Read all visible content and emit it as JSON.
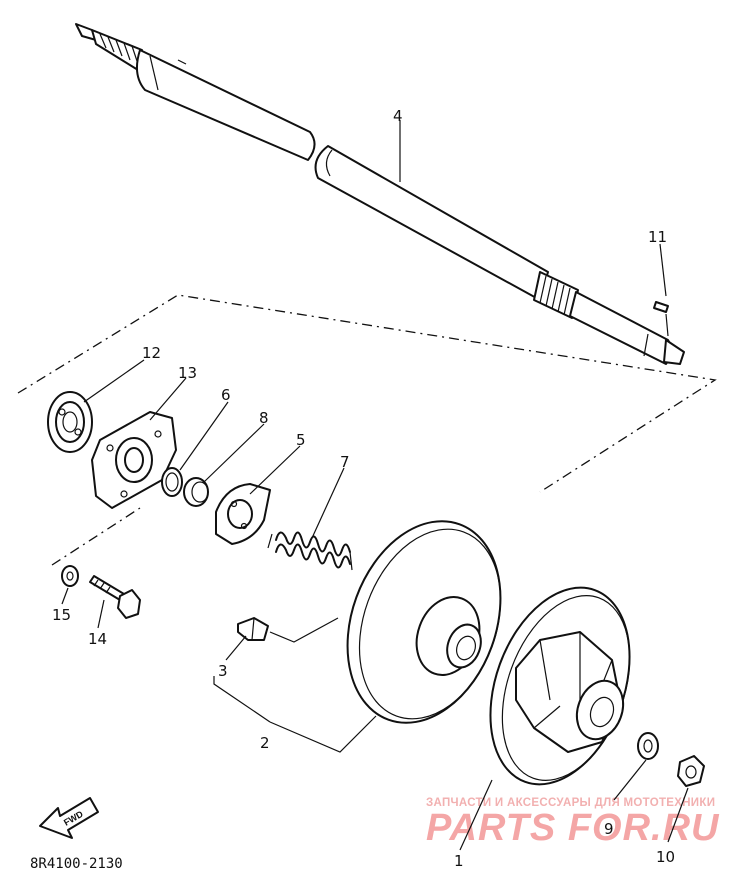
{
  "diagram_code": "8R4100-2130",
  "callouts": {
    "c1": "1",
    "c2": "2",
    "c3": "3",
    "c4": "4",
    "c5": "5",
    "c6": "6",
    "c7": "7",
    "c8": "8",
    "c9": "9",
    "c10": "10",
    "c11": "11",
    "c12": "12",
    "c13": "13",
    "c14": "14",
    "c15": "15"
  },
  "direction_arrow": {
    "label": "FWD",
    "icon": "direction-arrow-icon"
  },
  "watermark": {
    "tagline": "ЗАПЧАСТИ И АКСЕССУАРЫ ДЛЯ МОТОТЕХНИКИ",
    "brand": "PARTS FOR.RU"
  }
}
